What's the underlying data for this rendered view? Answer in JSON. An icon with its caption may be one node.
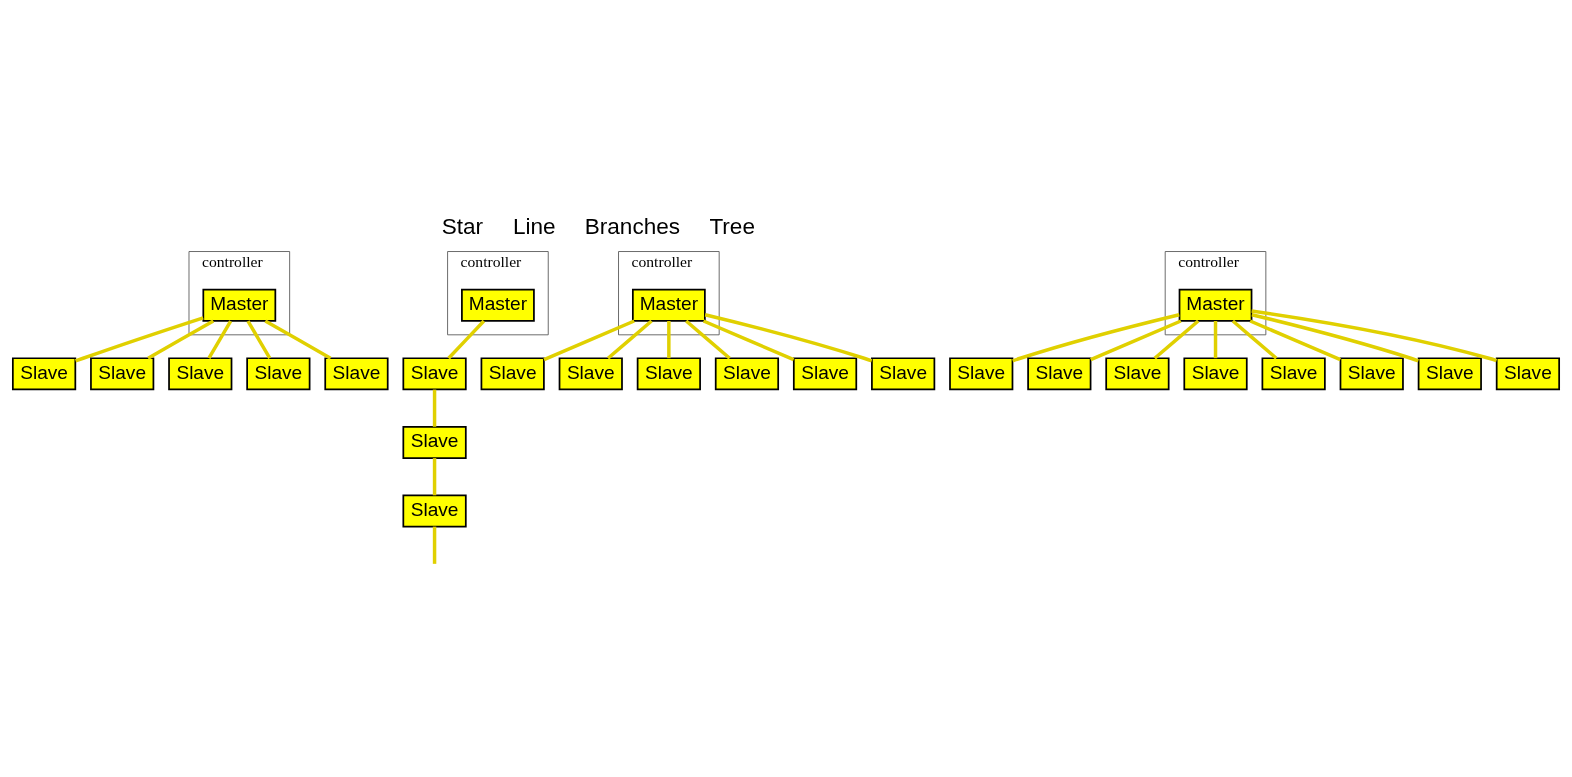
{
  "diagram": {
    "nodes": [
      {
        "text": [
          "controller"
        ]
      },
      {
        "text": [
          "Master"
        ],
        "in": 0
      },
      {
        "text": [
          "Slave"
        ]
      },
      {
        "text": [
          "Slave"
        ]
      },
      {
        "text": [
          "Slave"
        ]
      },
      {
        "text": [
          "Slave"
        ]
      },
      {
        "text": [
          "Slave"
        ]
      },
      {
        "text": [
          "controller"
        ]
      },
      {
        "text": [
          "Master"
        ],
        "in": 7
      },
      {
        "text": [
          "Slave"
        ]
      },
      {
        "text": [
          "Slave"
        ]
      },
      {
        "text": [
          "Slave"
        ]
      },
      {
        "text": [
          "controller"
        ]
      },
      {
        "text": [
          "Master"
        ],
        "in": 12
      },
      {
        "text": [
          "Slave"
        ]
      },
      {
        "text": [
          "Slave"
        ]
      },
      {
        "text": [
          "Slave"
        ]
      },
      {
        "text": [
          "Slave"
        ]
      },
      {
        "text": [
          "Slave"
        ]
      },
      {
        "text": [
          "Slave"
        ]
      },
      {
        "text": [
          "controller"
        ]
      },
      {
        "text": [
          "Master"
        ],
        "in": 20
      },
      {
        "text": [
          "Slave"
        ]
      },
      {
        "text": [
          "Slave"
        ]
      },
      {
        "text": [
          "Slave"
        ]
      },
      {
        "text": [
          "Slave"
        ]
      },
      {
        "text": [
          "Slave"
        ]
      },
      {
        "text": [
          "Slave"
        ]
      },
      {
        "text": [
          "Slave"
        ]
      },
      {
        "text": [
          "Slave"
        ]
      }
    ],
    "edges": [
      {
        "from": 1,
        "to": 2,
        "arrow": "none"
      },
      {
        "from": 1,
        "to": 3,
        "arrow": "none"
      },
      {
        "from": 1,
        "to": 4,
        "arrow": "none"
      },
      {
        "from": 1,
        "to": 5,
        "arrow": "none"
      },
      {
        "from": 1,
        "to": 6,
        "arrow": "none"
      },
      {
        "from": 8,
        "to": 9,
        "arrow": "none"
      },
      {
        "from": 9,
        "to": 10,
        "arrow": "none"
      },
      {
        "from": 10,
        "to": 11,
        "arrow": "none"
      },
      {
        "from": 11,
        "to": null,
        "arrow": "none"
      },
      {
        "from": 13,
        "to": 14,
        "arrow": "none"
      },
      {
        "from": 13,
        "to": 15,
        "arrow": "none"
      },
      {
        "from": 13,
        "to": 16,
        "arrow": "none"
      },
      {
        "from": 13,
        "to": 17,
        "arrow": "none"
      },
      {
        "from": 13,
        "to": 18,
        "arrow": "none"
      },
      {
        "from": 13,
        "to": 19,
        "arrow": "none"
      },
      {
        "from": 21,
        "to": 22,
        "arrow": "none"
      },
      {
        "from": 21,
        "to": 23,
        "arrow": "none"
      },
      {
        "from": 21,
        "to": 24,
        "arrow": "none"
      },
      {
        "from": 21,
        "to": 25,
        "arrow": "none"
      },
      {
        "from": 21,
        "to": 26,
        "arrow": "none"
      },
      {
        "from": 21,
        "to": 27,
        "arrow": "none"
      },
      {
        "from": 21,
        "to": 28,
        "arrow": "none"
      },
      {
        "from": 21,
        "to": 29,
        "arrow": "none"
      }
    ],
    "labels": [
      "Star",
      "Line",
      "Branches",
      "Tree"
    ]
  }
}
